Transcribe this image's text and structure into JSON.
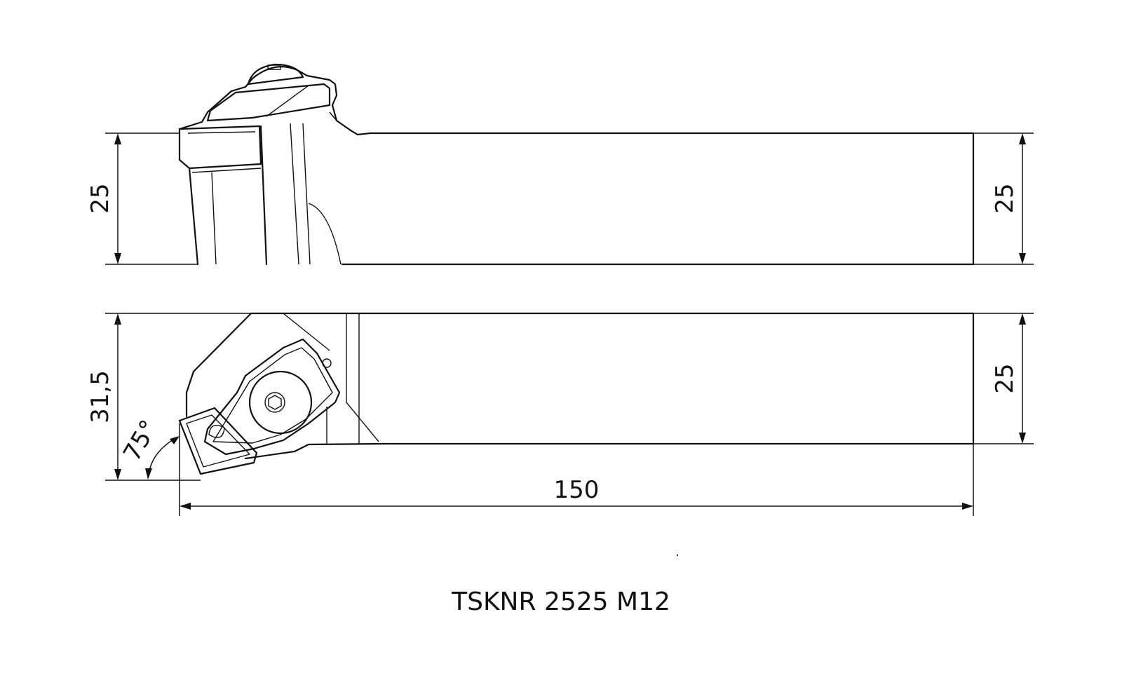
{
  "drawing": {
    "title": "TSKNR 2525 M12",
    "side_view": {
      "dim_left_height": "25",
      "dim_right_height": "25"
    },
    "top_view": {
      "dim_left_width": "31,5",
      "dim_right_width": "25",
      "dim_length": "150",
      "dim_angle": "75°"
    }
  }
}
